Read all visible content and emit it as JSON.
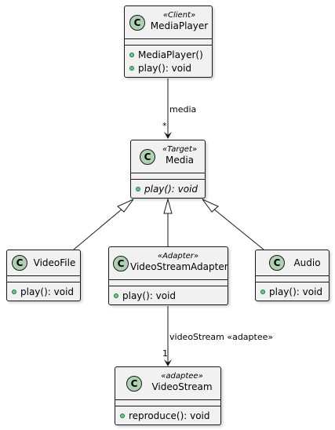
{
  "classes": {
    "mediaplayer": {
      "stereotype": "«Client»",
      "name": "MediaPlayer",
      "icon": "C",
      "members": [
        "MediaPlayer()",
        "play(): void"
      ]
    },
    "media": {
      "stereotype": "«Target»",
      "name": "Media",
      "icon": "C",
      "members": [
        "play(): void"
      ]
    },
    "videofile": {
      "stereotype": "",
      "name": "VideoFile",
      "icon": "C",
      "members": [
        "play(): void"
      ]
    },
    "adapter": {
      "stereotype": "«Adapter»",
      "name": "VideoStreamAdapter",
      "icon": "C",
      "members": [
        "play(): void"
      ]
    },
    "audio": {
      "stereotype": "",
      "name": "Audio",
      "icon": "C",
      "members": [
        "play(): void"
      ]
    },
    "videostream": {
      "stereotype": "«adaptee»",
      "name": "VideoStream",
      "icon": "C",
      "members": [
        "reproduce(): void"
      ]
    }
  },
  "edges": {
    "media_assoc": {
      "label": "media",
      "multiplicity": "*"
    },
    "adaptee_assoc": {
      "label": "videoStream «adaptee»",
      "multiplicity": "1"
    }
  },
  "colors": {
    "class_fill": "#f1f1f1",
    "class_icon": "#add1b2",
    "border": "#181818",
    "public_dot": "#84be84"
  }
}
